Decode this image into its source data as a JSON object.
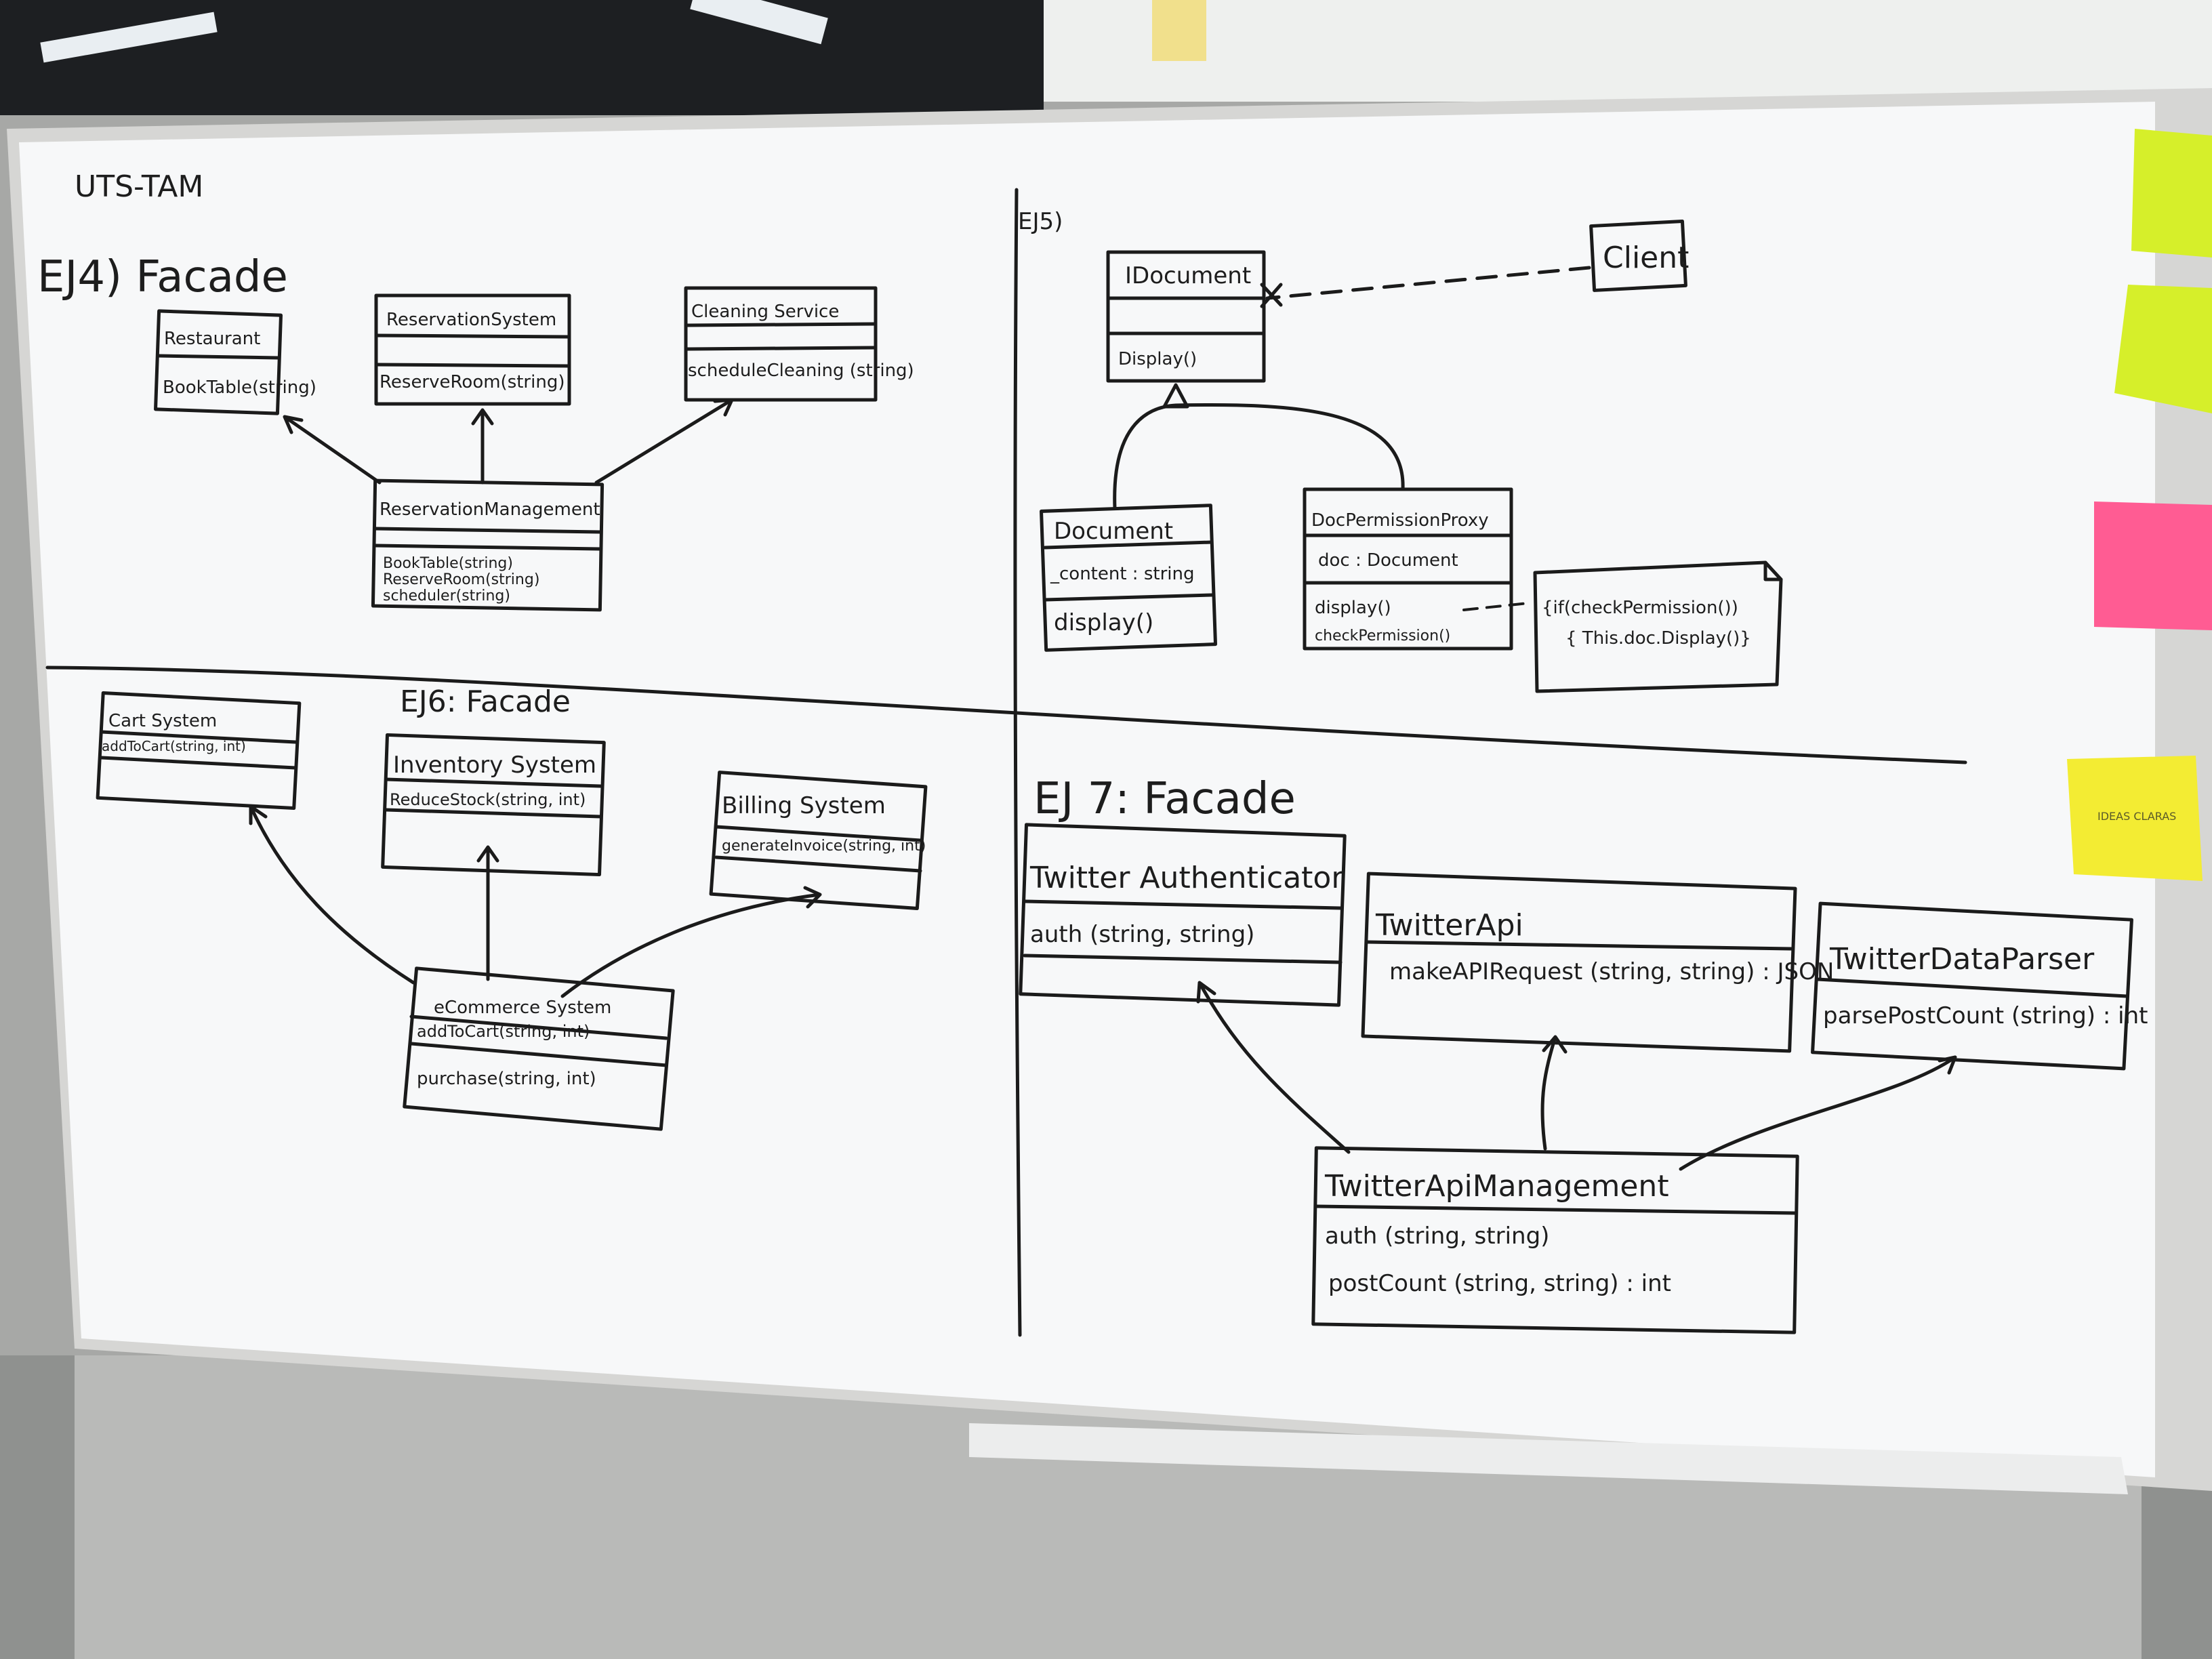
{
  "board": {
    "header": "UTS-TAM",
    "sticky_notes": [
      {
        "color": "#d6ef2a",
        "text": "IDEAS CLARAS"
      },
      {
        "color": "#d6ef2a",
        "text": ""
      },
      {
        "color": "#ff5c93",
        "text": ""
      },
      {
        "color": "#f3ec33",
        "text": ""
      }
    ]
  },
  "ej4": {
    "title": "EJ4) Facade",
    "classes": {
      "restaurant": {
        "name": "Restaurant",
        "method": "BookTable(string)"
      },
      "reservation_system": {
        "name": "ReservationSystem",
        "method": "ReserveRoom(string)"
      },
      "cleaning_service": {
        "name": "Cleaning Service",
        "method": "scheduleCleaning (string)"
      },
      "reservation_management": {
        "name": "ReservationManagement",
        "methods": [
          "BookTable(string)",
          "ReserveRoom(string)",
          "scheduler(string)"
        ]
      }
    }
  },
  "ej5": {
    "title": "EJ5)",
    "classes": {
      "idocument": {
        "name": "IDocument",
        "method": "Display()"
      },
      "client": {
        "name": "Client"
      },
      "document": {
        "name": "Document",
        "attribute": "_content : string",
        "method": "display()"
      },
      "proxy": {
        "name": "DocPermissionProxy",
        "attribute": "doc : Document",
        "methods": [
          "display()",
          "checkPermission()"
        ]
      },
      "note": {
        "line1": "{if(checkPermission())",
        "line2": "{ This.doc.Display()}"
      }
    }
  },
  "ej6": {
    "title": "EJ6: Facade",
    "classes": {
      "cart": {
        "name": "Cart System",
        "method": "addToCart(string, int)"
      },
      "inventory": {
        "name": "Inventory System",
        "method": "ReduceStock(string, int)"
      },
      "billing": {
        "name": "Billing System",
        "method": "generateInvoice(string, int)"
      },
      "ecommerce": {
        "name": "eCommerce System",
        "methods": [
          "addToCart(string, int)",
          "purchase(string, int)"
        ]
      }
    }
  },
  "ej7": {
    "title": "EJ 7: Facade",
    "classes": {
      "auth": {
        "name": "Twitter Authenticator",
        "method": "auth (string, string)"
      },
      "api": {
        "name": "TwitterApi",
        "method": "makeAPIRequest (string, string) : JSON"
      },
      "parser": {
        "name": "TwitterDataParser",
        "method": "parsePostCount (string) : int"
      },
      "management": {
        "name": "TwitterApiManagement",
        "methods": [
          "auth (string, string)",
          "postCount (string, string) : int"
        ]
      }
    }
  }
}
